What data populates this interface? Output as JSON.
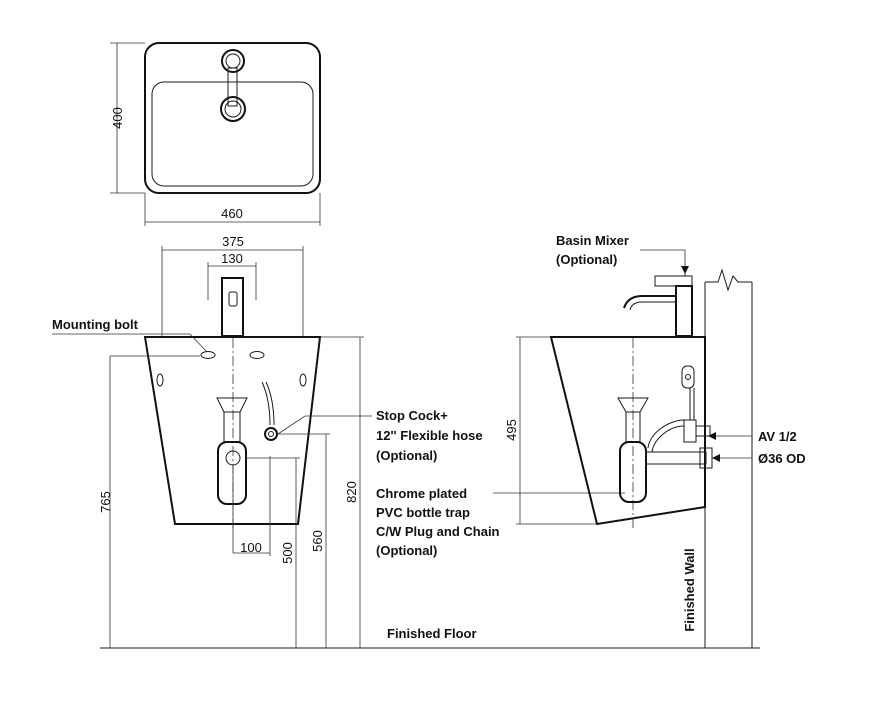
{
  "dimensions": {
    "plan_width": "460",
    "plan_depth": "400",
    "front_width": "375",
    "tap_width": "130",
    "trap_offset": "100",
    "rim_height": "820",
    "bolt_height": "765",
    "stopcock_height": "560",
    "trap_outlet_height": "500",
    "side_depth": "495"
  },
  "labels": {
    "mounting_bolt": "Mounting bolt",
    "stop_cock_1": "Stop Cock+",
    "stop_cock_2": "12'' Flexible hose",
    "stop_cock_3": "(Optional)",
    "trap_1": "Chrome plated",
    "trap_2": "PVC bottle trap",
    "trap_3": "C/W Plug and Chain",
    "trap_4": "(Optional)",
    "basin_mixer_1": "Basin Mixer",
    "basin_mixer_2": "(Optional)",
    "av": "AV 1/2",
    "od": "Ø36 OD",
    "finished_floor": "Finished Floor",
    "finished_wall": "Finished Wall"
  }
}
